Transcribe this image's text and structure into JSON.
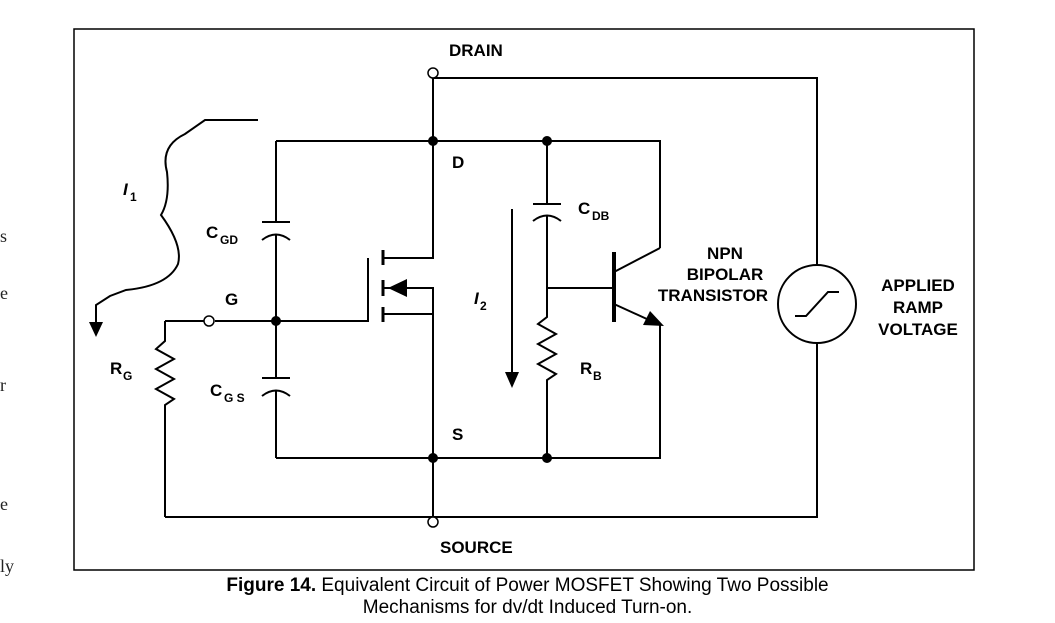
{
  "page_edge": [
    "s",
    "e",
    "r",
    "e",
    "ly"
  ],
  "diagram": {
    "labels": {
      "drain": "DRAIN",
      "source": "SOURCE",
      "d": "D",
      "g": "G",
      "s": "S",
      "i1": "I",
      "i1_sub": "1",
      "i2": "I",
      "i2_sub": "2",
      "cgd": "C",
      "cgd_sub": "GD",
      "cgs": "C",
      "cgs_sub": "G S",
      "cdb": "C",
      "cdb_sub": "DB",
      "rg": "R",
      "rg_sub": "G",
      "rb": "R",
      "rb_sub": "B",
      "npn_line1": "NPN",
      "npn_line2": "BIPOLAR",
      "npn_line3": "TRANSISTOR",
      "ramp_line1": "APPLIED",
      "ramp_line2": "RAMP",
      "ramp_line3": "VOLTAGE"
    }
  },
  "caption": {
    "number": "Figure 14.",
    "text_line1": " Equivalent Circuit of Power MOSFET Showing Two Possible",
    "text_line2": "Mechanisms for dv/dt Induced Turn-on."
  }
}
